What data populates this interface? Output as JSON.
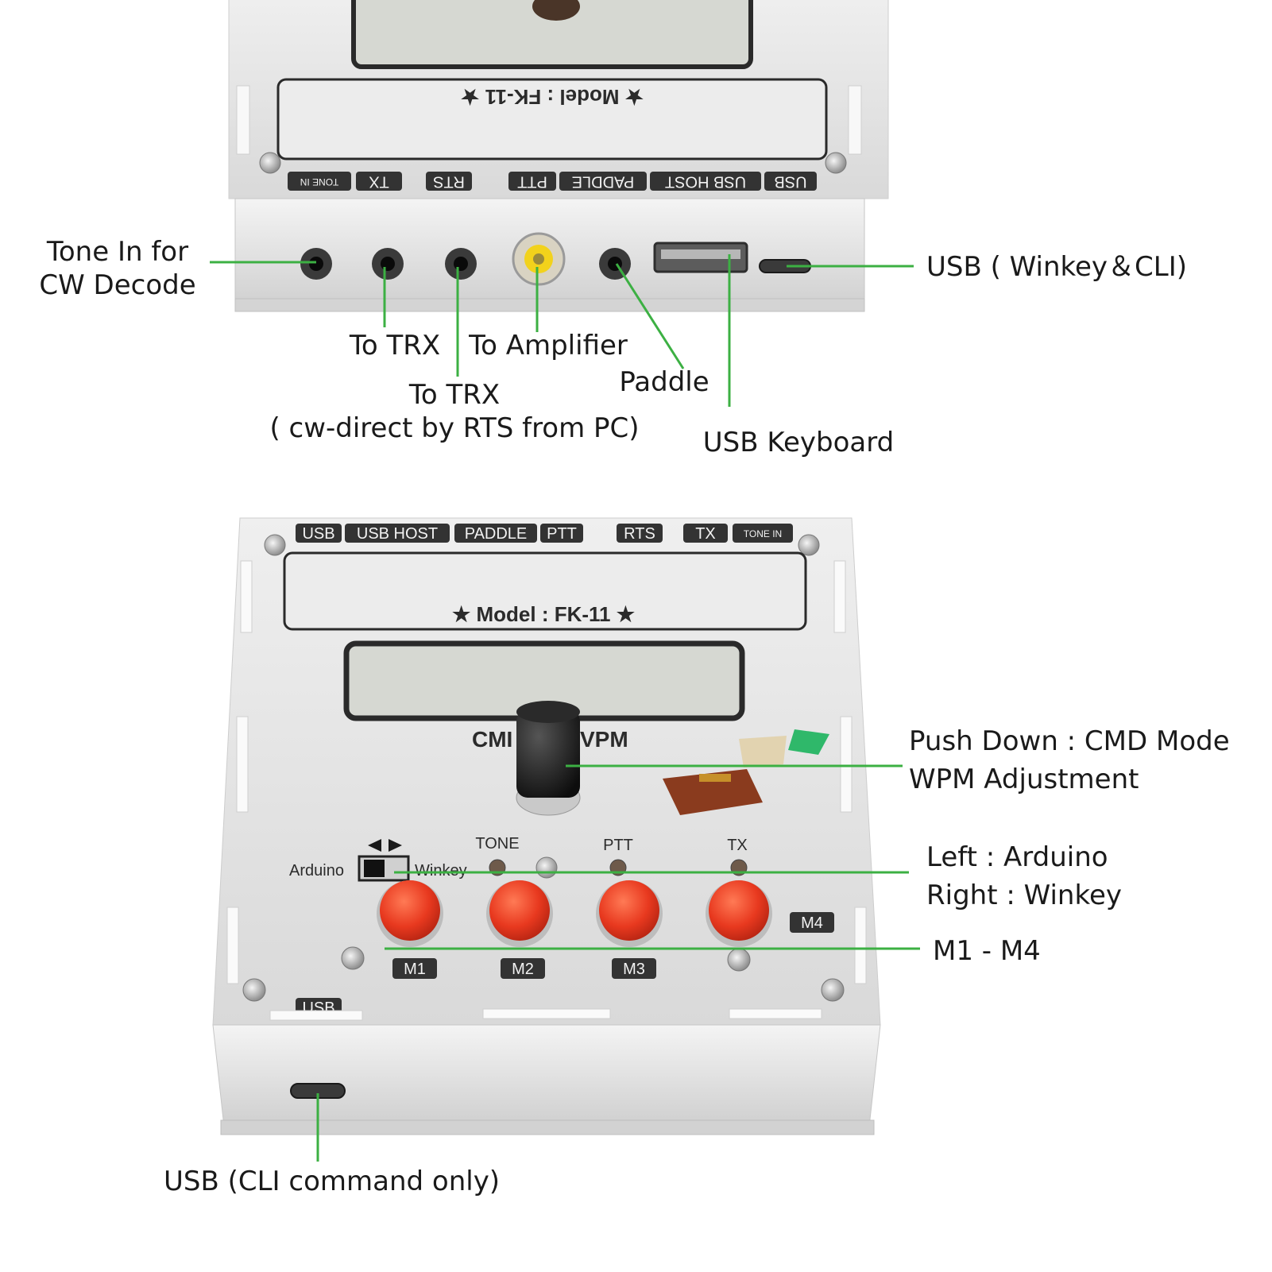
{
  "colors": {
    "leader_line": "#3cb043",
    "button_red": "#e8391f",
    "chassis_silver": "#e3e3e3",
    "lcd_glass": "#d6d8d2",
    "tag_dark": "#333333"
  },
  "top_device": {
    "model_plate": "★ Model : FK-11 ★",
    "port_tags": [
      "USB",
      "USB HOST",
      "PADDLE",
      "PTT",
      "RTS",
      "TX",
      "TONE IN"
    ],
    "callouts": {
      "tone_in_line1": "Tone In for",
      "tone_in_line2": "CW Decode",
      "to_trx": "To TRX",
      "to_amplifier": "To Amplifier",
      "to_trx_rts_line1": "To TRX",
      "to_trx_rts_line2": "( cw-direct by RTS from PC)",
      "paddle": "Paddle",
      "usb_keyboard": "USB Keyboard",
      "usb_winkey_cli": "USB ( Winkey＆CLI)"
    }
  },
  "bottom_device": {
    "model_plate": "★ Model : FK-11 ★",
    "port_tags": [
      "USB",
      "USB HOST",
      "PADDLE",
      "PTT",
      "RTS",
      "TX",
      "TONE IN"
    ],
    "knob_label_left": "CMI",
    "knob_label_right": "VPM",
    "switch_left": "Arduino",
    "switch_right": "Winkey",
    "led_labels": [
      "TONE",
      "PTT",
      "TX"
    ],
    "button_tags": [
      "M1",
      "M2",
      "M3",
      "M4"
    ],
    "usb_tag": "USB",
    "callouts": {
      "push_down": "Push Down : CMD Mode",
      "wpm_adjust": "WPM Adjustment",
      "left_arduino": "Left : Arduino",
      "right_winkey": "Right : Winkey",
      "m1_m4": "M1 - M4",
      "usb_cli": "USB (CLI command only)"
    }
  }
}
